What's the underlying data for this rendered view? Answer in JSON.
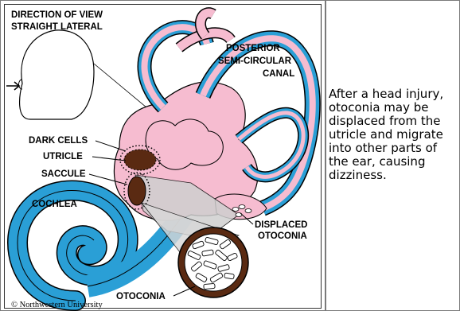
{
  "figure": {
    "labels": {
      "direction_line1": "DIRECTION OF VIEW",
      "direction_line2": "STRAIGHT LATERAL",
      "posterior_line1": "POSTERIOR",
      "posterior_line2": "SEMI-CIRCULAR",
      "posterior_line3": "CANAL",
      "dark_cells": "DARK CELLS",
      "utricle": "UTRICLE",
      "saccule": "SACCULE",
      "cochlea": "COCHLEA",
      "displaced_line1": "DISPLACED",
      "displaced_line2": "OTOCONIA",
      "otoconia": "OTOCONIA",
      "copyright": "©  Northwestern University"
    },
    "colors": {
      "canal_pink": "#f6bcd0",
      "canal_blue": "#2a9fd6",
      "outline": "#000000",
      "crystal_brown": "#5a2a12",
      "membrane_grey": "#cfcfcf"
    }
  },
  "caption": {
    "text": "After a head injury, otoconia may be displaced from the utricle and migrate into other parts of the ear, causing dizziness."
  }
}
